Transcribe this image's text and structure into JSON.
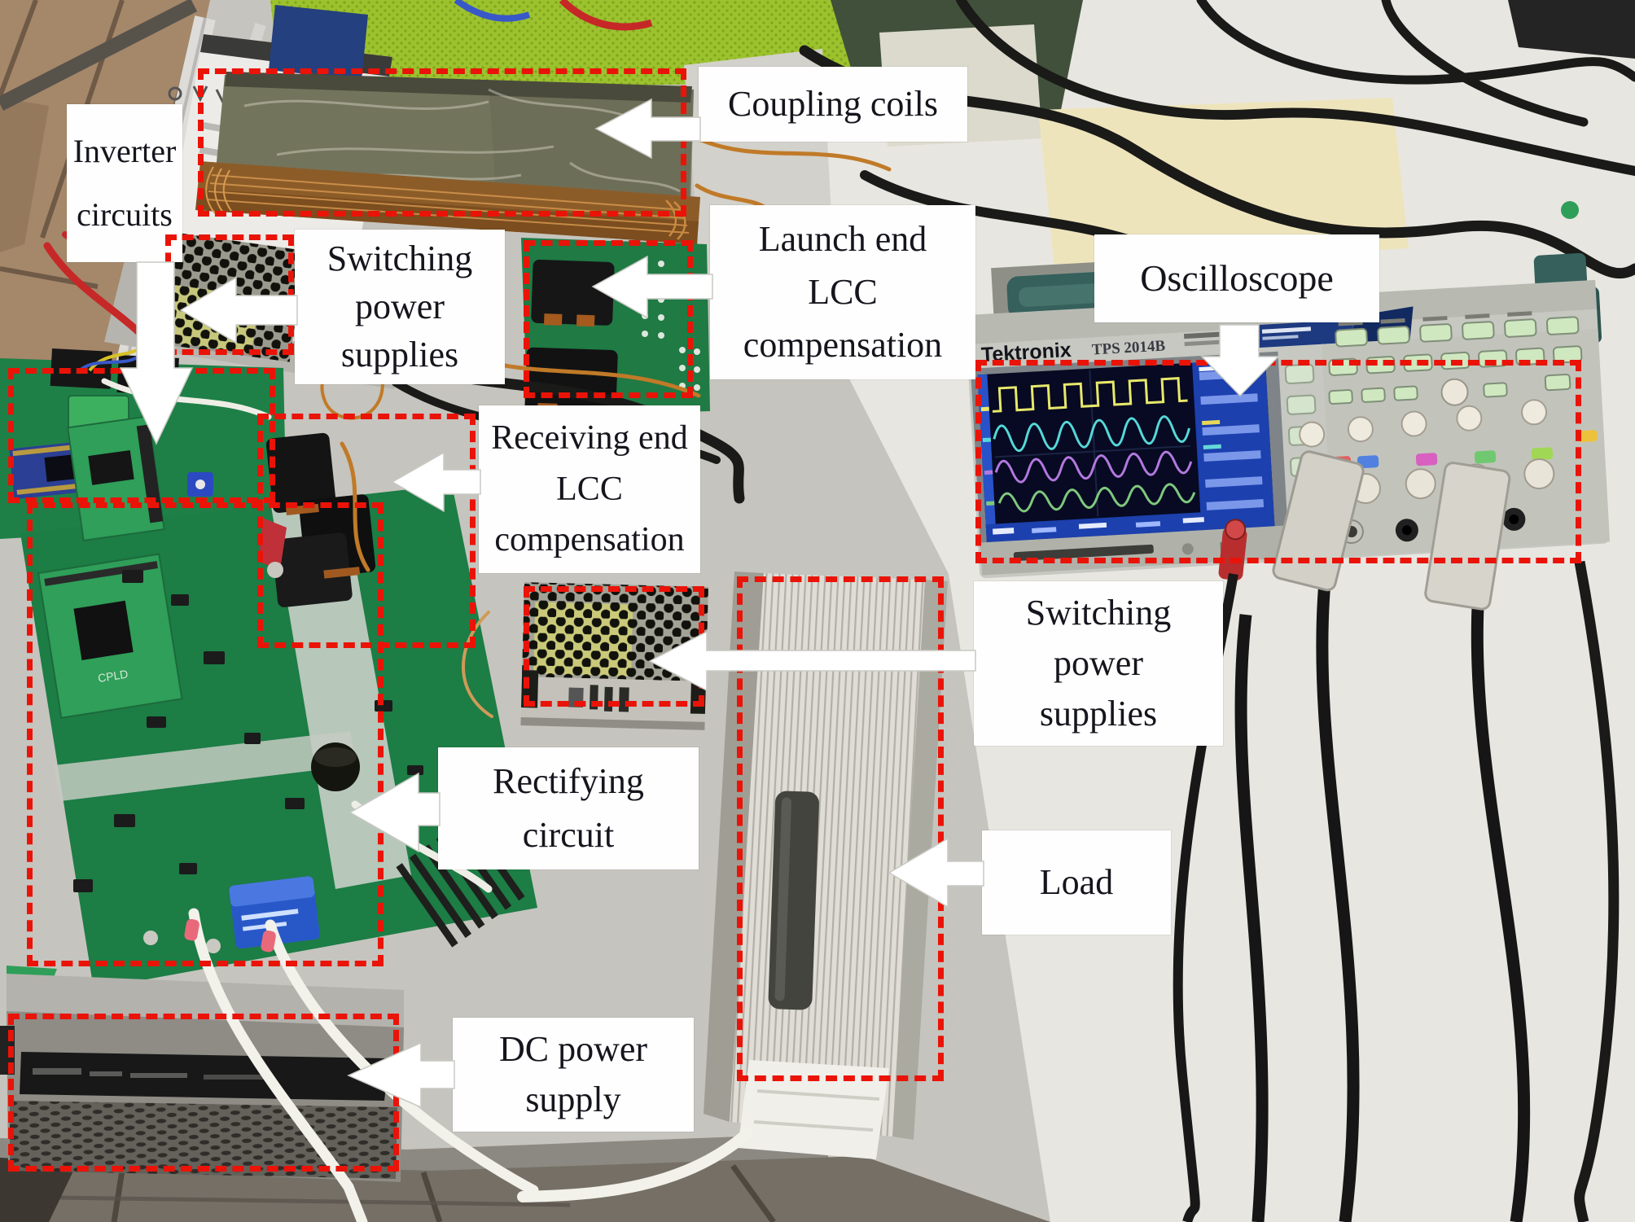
{
  "annotations": {
    "labels": {
      "inverter": {
        "lines": [
          "Inverter",
          "circuits"
        ]
      },
      "coupling": {
        "lines": [
          "Coupling coils"
        ]
      },
      "switching_left": {
        "lines": [
          "Switching",
          "power",
          "supplies"
        ]
      },
      "launch": {
        "lines": [
          "Launch end",
          "LCC",
          "compensation"
        ]
      },
      "receiving": {
        "lines": [
          "Receiving end",
          "LCC",
          "compensation"
        ]
      },
      "oscilloscope": {
        "lines": [
          "Oscilloscope"
        ]
      },
      "switching_right": {
        "lines": [
          "Switching",
          "power",
          "supplies"
        ]
      },
      "rectifying": {
        "lines": [
          "Rectifying",
          "circuit"
        ]
      },
      "load": {
        "lines": [
          "Load"
        ]
      },
      "dc_supply": {
        "lines": [
          "DC power",
          "supply"
        ]
      }
    },
    "style": {
      "dash_color": "#ea1308",
      "label_background": "#ffffff",
      "label_text_color": "#15151d",
      "arrow_fill": "#ffffff"
    }
  },
  "equipment_markings": {
    "oscilloscope_brand": "Tektronix",
    "oscilloscope_model": "TPS 2014B",
    "pcb_silkscreen": "CPLD"
  },
  "scope_screen": {
    "trace_colors": {
      "ch1_square": "#e8e86a",
      "ch2_sine": "#55d8d8",
      "ch3_sine": "#b478e0",
      "ch4_sine": "#7ec87e"
    }
  }
}
